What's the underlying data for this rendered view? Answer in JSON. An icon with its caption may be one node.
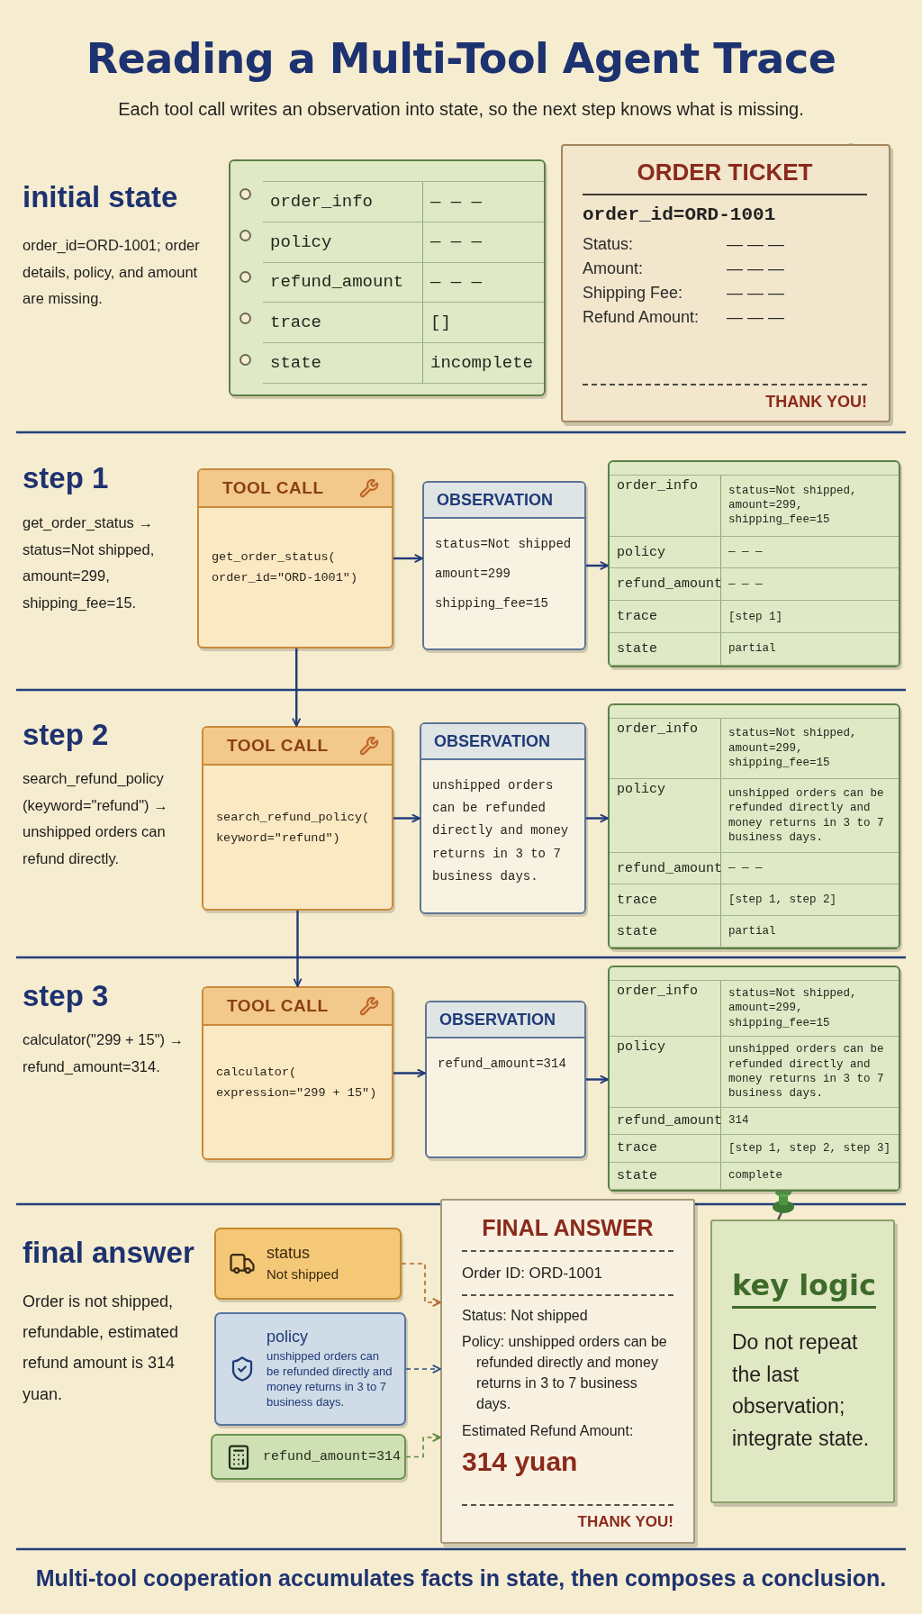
{
  "diagram": {
    "title": "Reading a Multi-Tool Agent Trace",
    "caption": "Multi-tool cooperation accumulates facts in state, then composes a conclusion.",
    "nodes": [
      {
        "text": [
          "order_info",
          "— — —",
          "policy",
          "— — —",
          "refund_amount",
          "— — —",
          "trace",
          "[]",
          "state",
          "incomplete"
        ]
      },
      {
        "text": [
          "ORDER TICKET",
          "order_id=ORD-1001",
          "Status:",
          "— — —",
          "Amount:",
          "— — —",
          "Shipping Fee:",
          "— — —",
          "Refund Amount:",
          "— — —",
          "THANK YOU!"
        ]
      },
      {
        "text": [
          "TOOL CALL",
          "get_order_status( order_id=\"ORD-1001\")"
        ]
      },
      {
        "text": [
          "OBSERVATION",
          "status=Not shipped",
          "amount=299",
          "shipping_fee=15"
        ]
      },
      {
        "text": [
          "order_info",
          "status=Not shipped, amount=299, shipping_fee=15",
          "policy",
          "— — —",
          "refund_amount",
          "— — —",
          "trace",
          "[step 1]",
          "state",
          "partial"
        ]
      },
      {
        "text": [
          "TOOL CALL",
          "search_refund_policy( keyword=\"refund\")"
        ]
      },
      {
        "text": [
          "OBSERVATION",
          "unshipped orders can be refunded directly and money returns in 3 to 7 business days."
        ]
      },
      {
        "text": [
          "order_info",
          "status=Not shipped, amount=299, shipping_fee=15",
          "policy",
          "unshipped orders can be refunded directly and money returns in 3 to 7 business days.",
          "refund_amount",
          "— — —",
          "trace",
          "[step 1, step 2]",
          "state",
          "partial"
        ]
      },
      {
        "text": [
          "TOOL CALL",
          "calculator( expression=\"299 + 15\")"
        ]
      },
      {
        "text": [
          "OBSERVATION",
          "refund_amount=314"
        ]
      },
      {
        "text": [
          "order_info",
          "status=Not shipped, amount=299, shipping_fee=15",
          "policy",
          "unshipped orders can be refunded directly and money returns in 3 to 7 business days.",
          "refund_amount",
          "314",
          "trace",
          "[step 1, step 2, step 3]",
          "state",
          "complete"
        ]
      },
      {
        "text": [
          "status",
          "Not shipped"
        ]
      },
      {
        "text": [
          "policy",
          "unshipped orders can be refunded directly and money returns in 3 to 7 business days."
        ]
      },
      {
        "text": [
          "refund_amount=314"
        ]
      },
      {
        "text": [
          "FINAL ANSWER",
          "Order ID: ORD-1001",
          "Status: Not shipped",
          "Policy: unshipped orders can be refunded directly and money returns in 3 to 7 business days.",
          "Estimated Refund Amount:",
          "314 yuan",
          "THANK YOU!"
        ]
      },
      {
        "text": [
          "key logic",
          "Do not repeat the last observation; integrate state."
        ]
      }
    ],
    "edges": [
      {
        "from": 2,
        "to": 3,
        "arrow": "to"
      },
      {
        "from": 3,
        "to": 4,
        "arrow": "to"
      },
      {
        "from": 2,
        "to": 5,
        "arrow": "to"
      },
      {
        "from": 5,
        "to": 6,
        "arrow": "to"
      },
      {
        "from": 6,
        "to": 7,
        "arrow": "to"
      },
      {
        "from": 5,
        "to": 8,
        "arrow": "to"
      },
      {
        "from": 8,
        "to": 9,
        "arrow": "to"
      },
      {
        "from": 9,
        "to": 10,
        "arrow": "to"
      },
      {
        "from": 11,
        "to": 14,
        "arrow": "to",
        "style": "dashed",
        "color": "#b0672a"
      },
      {
        "from": 12,
        "to": 14,
        "arrow": "to",
        "style": "dashed",
        "color": "#2c4f8a"
      },
      {
        "from": 13,
        "to": 14,
        "arrow": "to",
        "style": "dashed",
        "color": "#5a8a3c"
      }
    ],
    "labels": [
      "Each tool call writes an observation into state, so the next step knows what is missing.",
      "initial state",
      "order_id=ORD-1001; order details, policy, and amount are missing.",
      "step 1",
      "get_order_status → status=Not shipped, amount=299, shipping_fee=15.",
      "step 2",
      "search_refund_policy (keyword=\"refund\") → unshipped orders can refund directly.",
      "step 3",
      "calculator(\"299 + 15\") → refund_amount=314.",
      "final answer",
      "Order is not shipped, refundable, estimated refund amount is 314 yuan."
    ]
  }
}
